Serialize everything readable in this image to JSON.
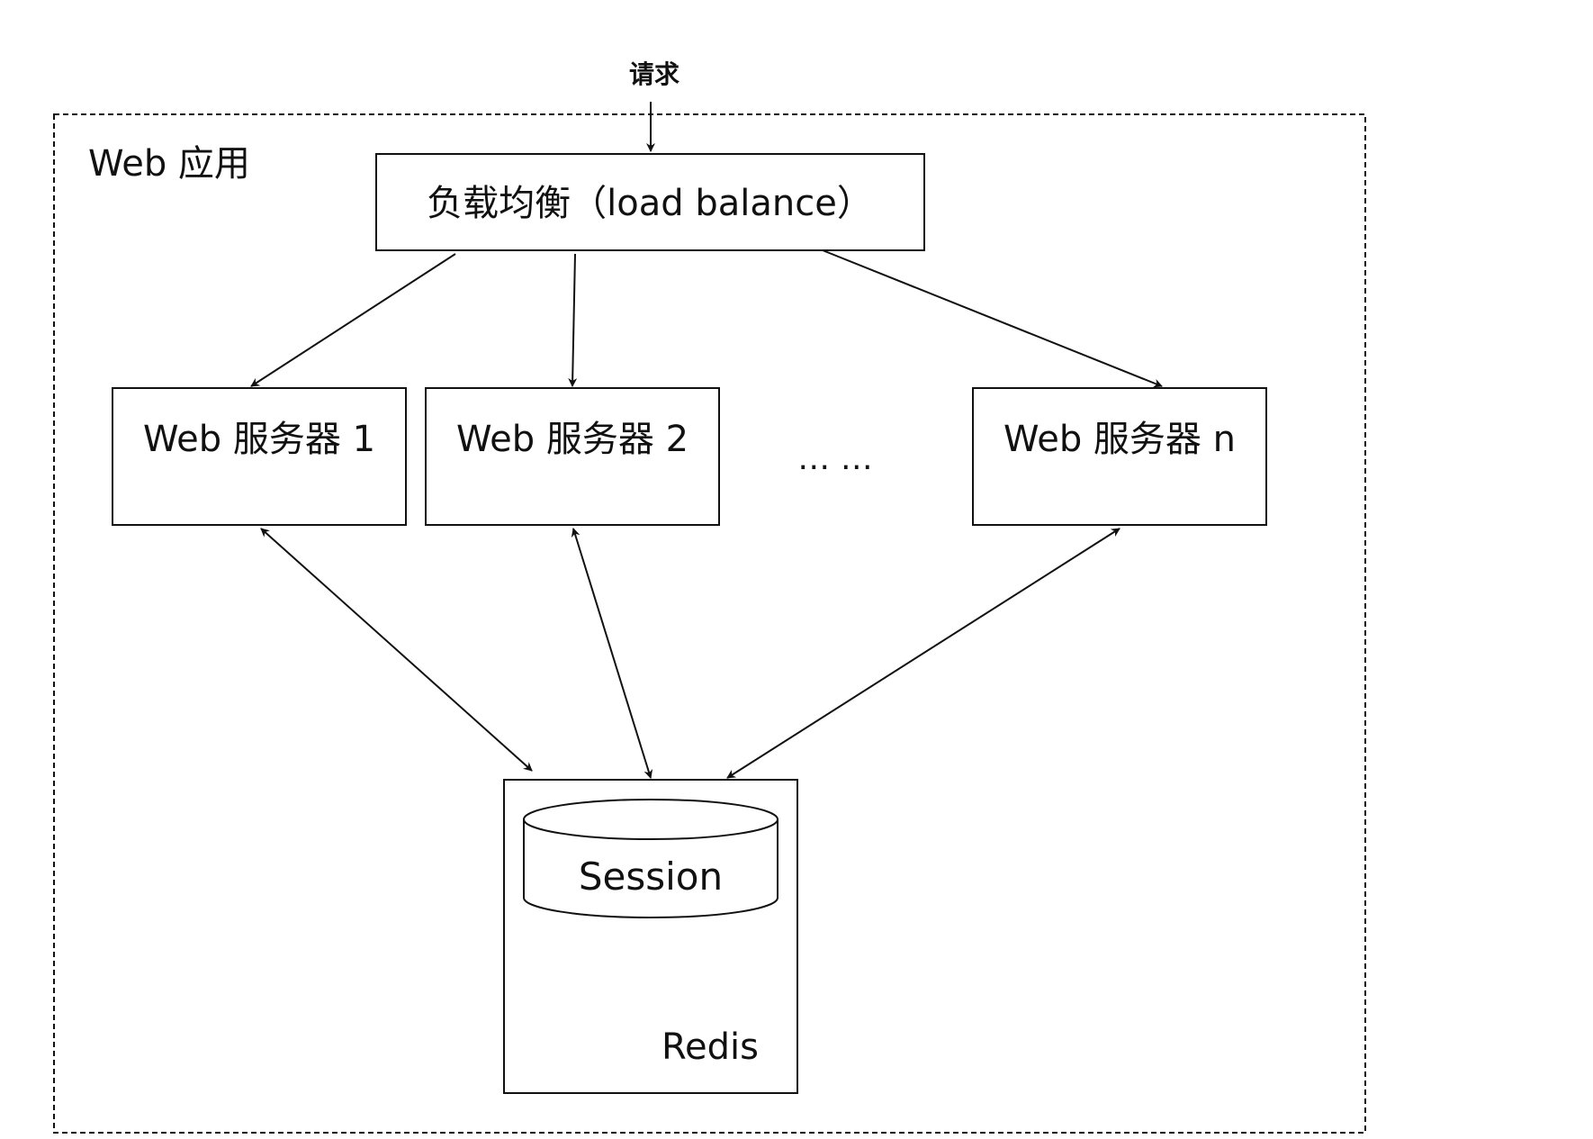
{
  "request_label": "请求",
  "container": {
    "label": "Web 应用"
  },
  "load_balancer": {
    "label": "负载均衡（load balance）"
  },
  "servers": [
    {
      "label": "Web 服务器 1"
    },
    {
      "label": "Web 服务器 2"
    },
    {
      "label": "Web 服务器 n"
    }
  ],
  "ellipsis": "… …",
  "redis": {
    "label": "Redis",
    "session_label": "Session"
  },
  "colors": {
    "line": "#111111",
    "background": "#ffffff"
  }
}
